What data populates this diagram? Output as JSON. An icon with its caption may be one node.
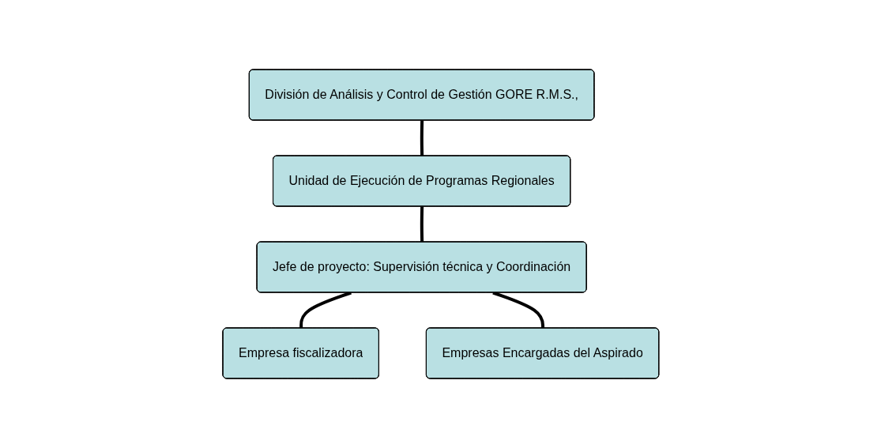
{
  "diagram": {
    "nodes": [
      {
        "text": [
          "División de Análisis y Control de Gestión GORE R.M.S.,"
        ]
      },
      {
        "text": [
          "Unidad de Ejecución de Programas Regionales"
        ]
      },
      {
        "text": [
          "Jefe de proyecto: Supervisión técnica y Coordinación"
        ]
      },
      {
        "text": [
          "Empresa fiscalizadora"
        ]
      },
      {
        "text": [
          "Empresas Encargadas del Aspirado"
        ]
      }
    ],
    "edges": [
      {
        "from": 0,
        "to": 1,
        "arrow": "none"
      },
      {
        "from": 1,
        "to": 2,
        "arrow": "none"
      },
      {
        "from": 2,
        "to": 3,
        "arrow": "none"
      },
      {
        "from": 2,
        "to": 4,
        "arrow": "none"
      }
    ]
  }
}
